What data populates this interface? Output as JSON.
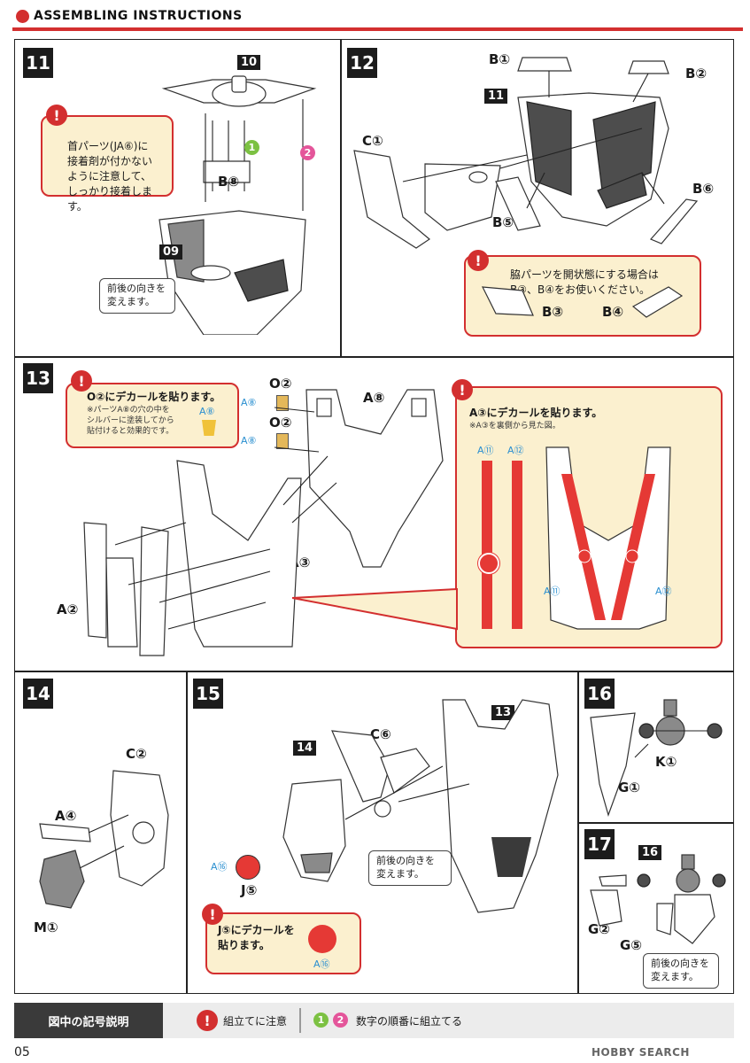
{
  "header": {
    "title": "ASSEMBLING INSTRUCTIONS"
  },
  "steps": {
    "s11": {
      "number": "11",
      "ref_top": "10",
      "ref_bottom": "09",
      "notice": "首パーツ(JA⑥)に\n接着剤が付かない\nように注意して、\nしっかり接着します。",
      "part": "B⑧",
      "seq1": "1",
      "seq2": "2",
      "direction_note": "前後の向きを\n変えます。"
    },
    "s12": {
      "number": "12",
      "ref": "11",
      "parts": {
        "b1": "B①",
        "b2": "B②",
        "c1": "C①",
        "b5": "B⑤",
        "b6": "B⑥",
        "b3": "B③",
        "b4": "B④"
      },
      "notice": "脇パーツを開状態にする場合は\nB③、B④をお使いください。"
    },
    "s13": {
      "number": "13",
      "notice_left": "O②にデカールを貼ります。",
      "notice_left_small": "※パーツA⑧の穴の中を\nシルバーに塗装してから\n貼付けると効果的です。",
      "decal_a8": "A⑧",
      "o2_top": "O②",
      "o2_bottom": "O②",
      "a8_small_top": "A⑧",
      "a8_small_bottom": "A⑧",
      "a8": "A⑧",
      "a3": "A③",
      "a2": "A②",
      "notice_right": "A③にデカールを貼ります。",
      "notice_right_small": "※A③を裏側から見た図。",
      "a11": "A⑪",
      "a12": "A⑫",
      "a11_b": "A⑪",
      "a12_b": "A⑫"
    },
    "s14": {
      "number": "14",
      "c2": "C②",
      "a4": "A④",
      "m1": "M①"
    },
    "s15": {
      "number": "15",
      "ref14": "14",
      "ref13": "13",
      "c6": "C⑥",
      "a16": "A⑯",
      "j5": "J⑤",
      "direction_note": "前後の向きを\n変えます。",
      "notice": "J⑤にデカールを\n貼ります。",
      "a16_b": "A⑯"
    },
    "s16": {
      "number": "16",
      "k1": "K①",
      "g1": "G①"
    },
    "s17": {
      "number": "17",
      "ref16": "16",
      "g2": "G②",
      "g5": "G⑤",
      "direction_note": "前後の向きを\n変えます。"
    }
  },
  "legend": {
    "heading": "図中の記号説明",
    "notice_mark": "!",
    "notice_text": "組立てに注意",
    "seq1": "1",
    "seq2": "2",
    "seq_text": "数字の順番に組立てる"
  },
  "footer": {
    "page": "05",
    "watermark": "HOBBY SEARCH"
  },
  "colors": {
    "accent": "#d32f2f",
    "decal_blue": "#2a8fd0",
    "seq_green": "#7cc142",
    "seq_pink": "#e4559a",
    "callout_bg": "#fbf0cf"
  }
}
